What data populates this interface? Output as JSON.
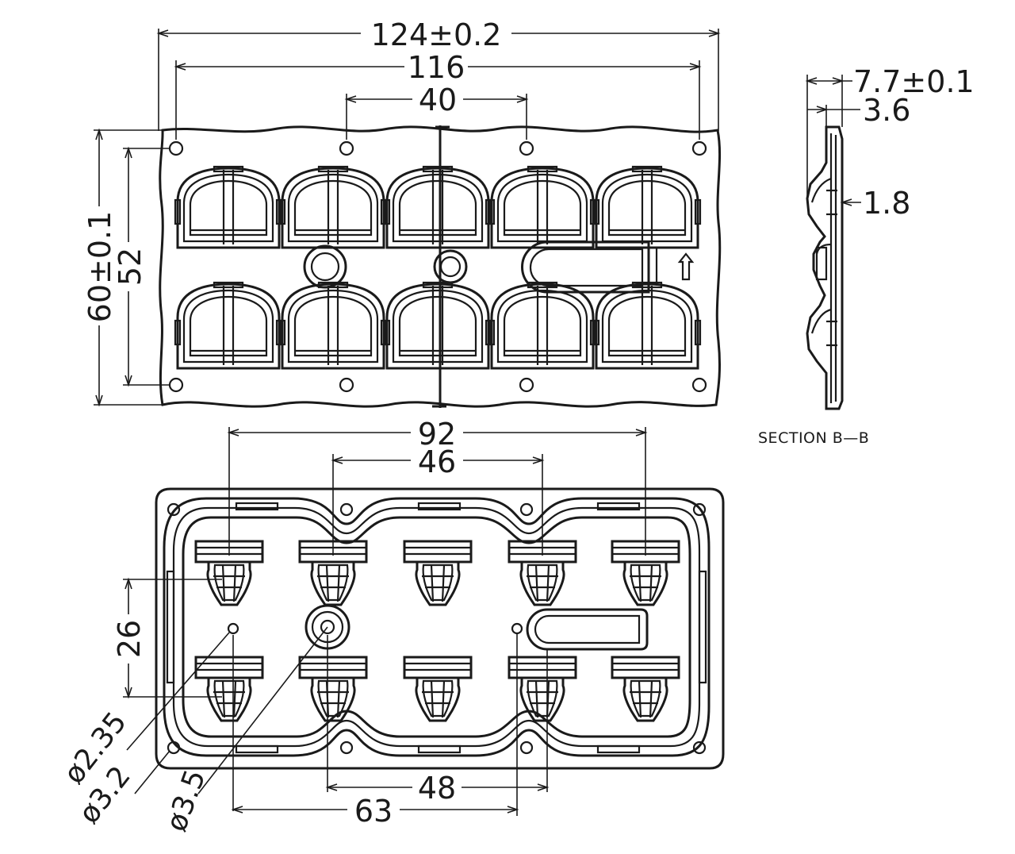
{
  "top_view": {
    "dims": {
      "overall_width": "124±0.2",
      "hole_span_width": "116",
      "hole_pitch": "40",
      "overall_height": "60±0.1",
      "hole_span_height": "52"
    }
  },
  "side_view": {
    "dims": {
      "thickness": "7.7±0.1",
      "step": "3.6",
      "wall": "1.8"
    },
    "section_label": "SECTION B—B"
  },
  "bottom_view": {
    "dims": {
      "outer_pin_span": "92",
      "inner_pin_span": "46",
      "row_pitch": "26",
      "pin_hole": "ø2.35",
      "mount_hole": "ø3.2",
      "center_hole": "ø3.5",
      "hole_offset_1": "48",
      "hole_offset_2": "63"
    }
  }
}
